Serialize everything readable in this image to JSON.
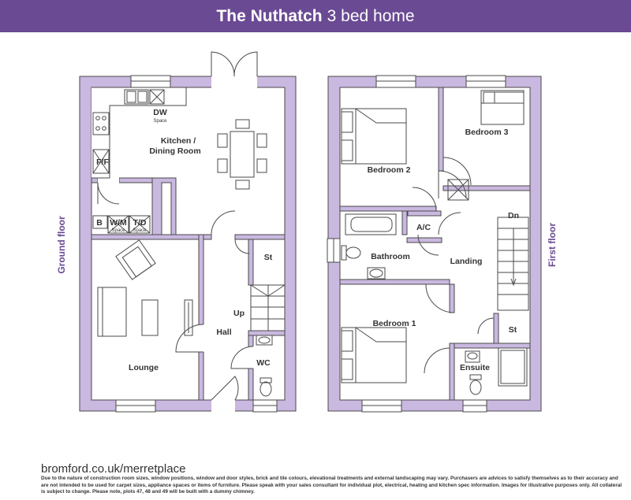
{
  "header": {
    "name": "The Nuthatch",
    "subtitle": "3 bed home"
  },
  "colors": {
    "brand": "#6a4a93",
    "wall": "#c9b8e0",
    "line": "#4a4a4a"
  },
  "ground_floor": {
    "label": "Ground floor",
    "rooms": {
      "kitchen_line1": "Kitchen /",
      "kitchen_line2": "Dining Room",
      "lounge": "Lounge",
      "hall": "Hall",
      "wc": "WC",
      "st": "St",
      "up": "Up"
    },
    "fixtures": {
      "dw": "DW",
      "dw_space": "Space",
      "ff": "F/F",
      "b": "B",
      "wm": "W/M",
      "wm_space": "Space",
      "td": "T/D",
      "td_space": "Space"
    }
  },
  "first_floor": {
    "label": "First floor",
    "rooms": {
      "bedroom2": "Bedroom 2",
      "bedroom3": "Bedroom 3",
      "bedroom1": "Bedroom 1",
      "bathroom": "Bathroom",
      "landing": "Landing",
      "ac": "A/C",
      "dn": "Dn",
      "st": "St",
      "ensuite": "Ensuite"
    }
  },
  "footer": {
    "url": "bromford.co.uk/merretplace",
    "disclaimer": "Due to the nature of construction room sizes, window positions, window and door styles, brick and tile colours, elevational treatments and external landscaping may vary. Purchasers are advices to satisfy themselves as to their accuracy and are not intended to be used for carpet sizes, appliance spaces or items of furniture. Please speak with your sales consultant for individual plot, electrical, heating and kitchen spec information. Images for illustrative purposes only. All collateral is subject to change. Please note, plots 47, 48 and 49 will be built with a dummy chimney."
  }
}
